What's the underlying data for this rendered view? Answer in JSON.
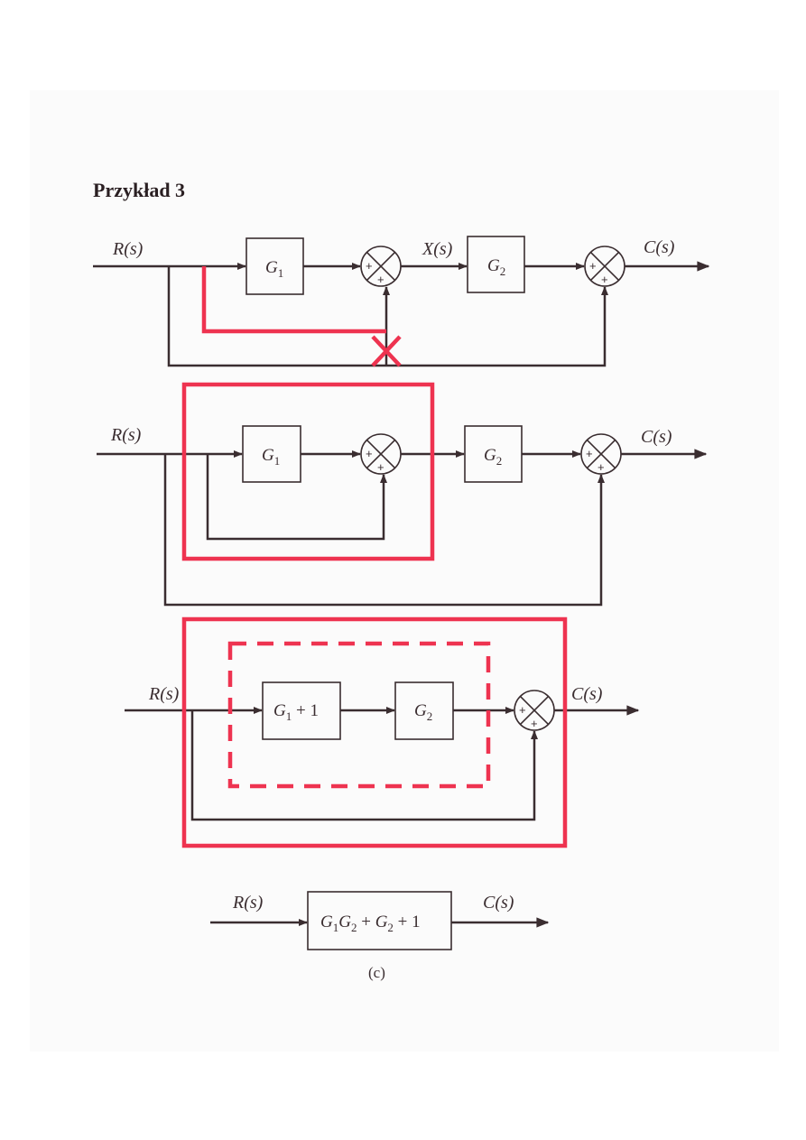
{
  "title": "Przykład 3",
  "labels": {
    "R": "R(s)",
    "C": "C(s)",
    "X": "X(s)",
    "G": "G",
    "sub1": "1",
    "sub2": "2",
    "g1_plus_1_tail": " + 1",
    "final_mid": " + ",
    "final_tail": " + 1",
    "plus": "+",
    "caption": "(c)"
  },
  "colors": {
    "ink": "#3a2d30",
    "highlight": "#ee3350"
  }
}
